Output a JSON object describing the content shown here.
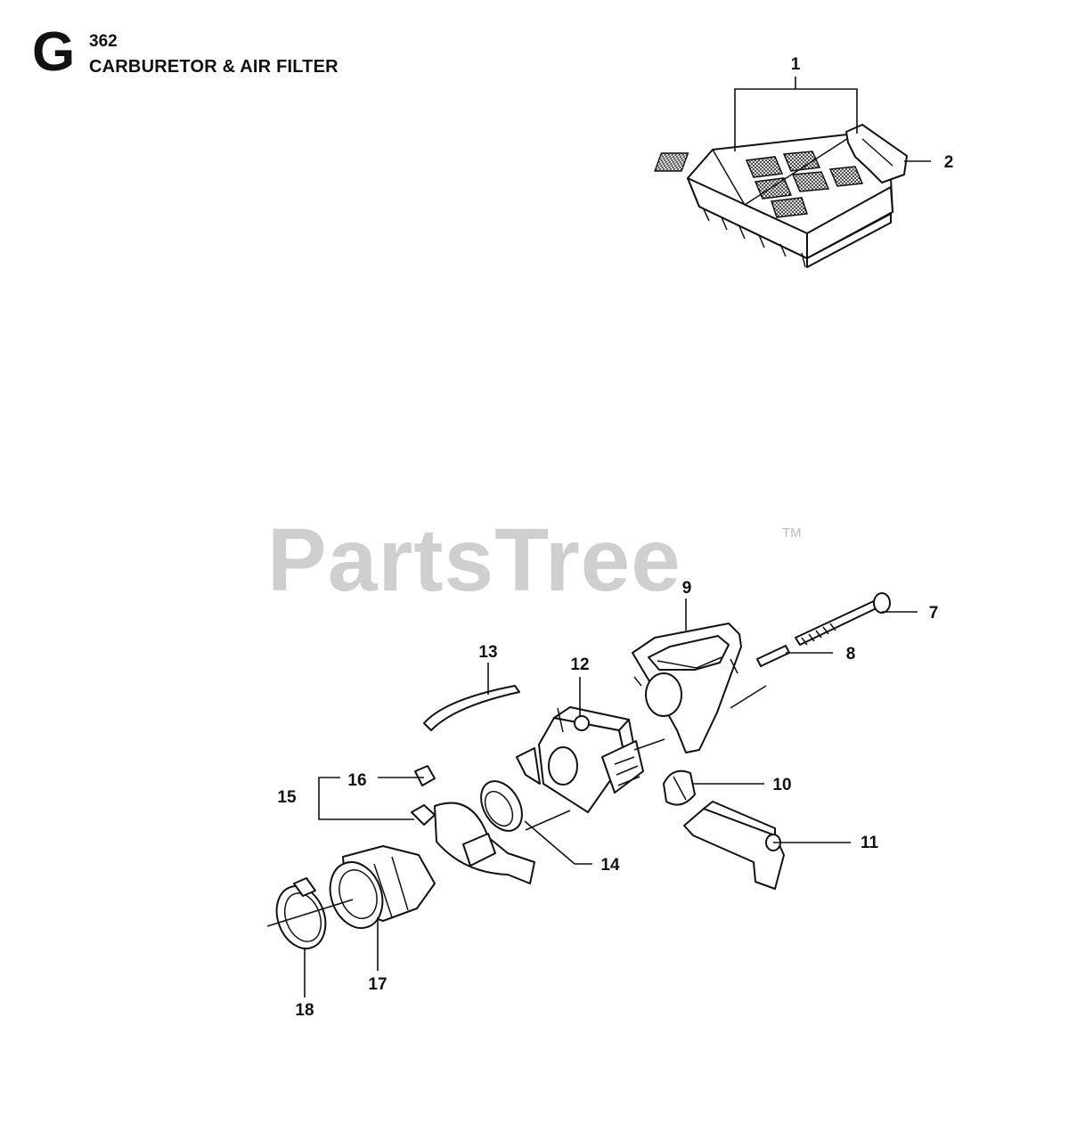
{
  "header": {
    "section_letter": "G",
    "model": "362",
    "title": "CARBURETOR & AIR FILTER"
  },
  "watermark": {
    "text": "PartsTree",
    "trademark": "TM"
  },
  "callouts": [
    "1",
    "2",
    "7",
    "8",
    "9",
    "10",
    "11",
    "12",
    "13",
    "14",
    "15",
    "16",
    "17",
    "18"
  ]
}
